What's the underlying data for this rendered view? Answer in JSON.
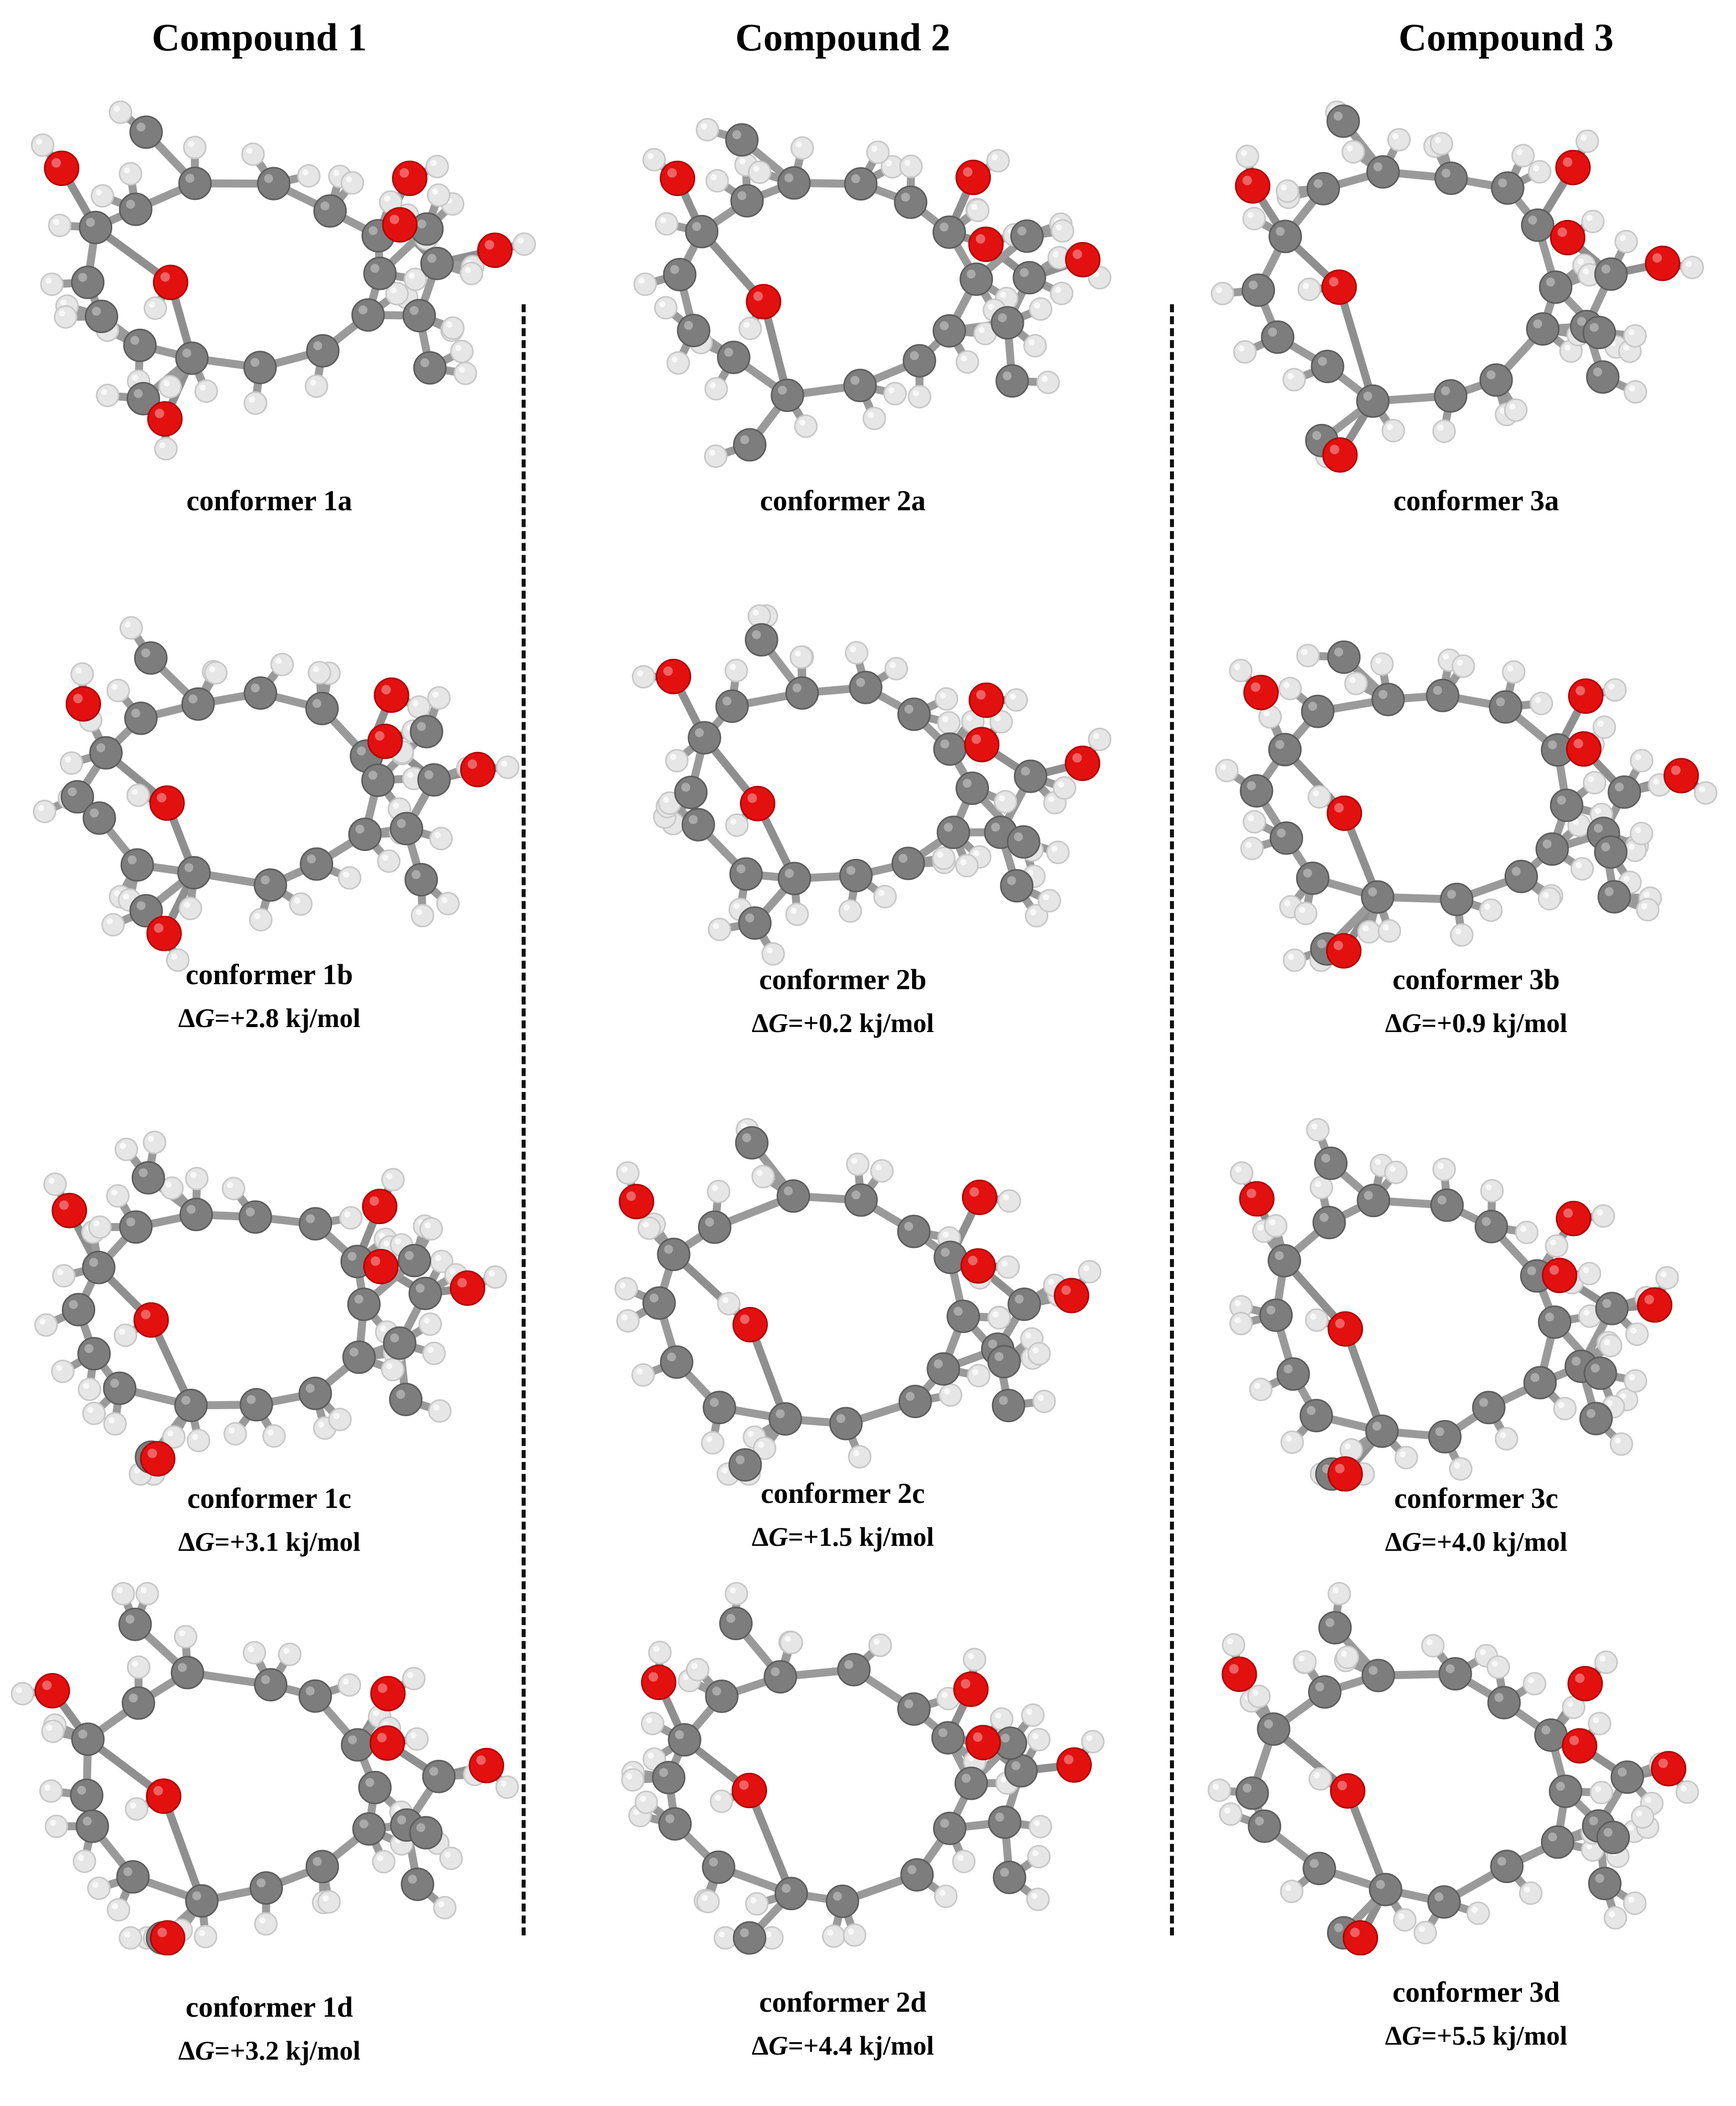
{
  "columns": [
    {
      "heading": "Compound 1",
      "conformers": [
        {
          "label": "conformer 1a",
          "dg_prefix": "",
          "dg_var": "",
          "dg_value": ""
        },
        {
          "label": "conformer  1b",
          "dg_prefix": "Δ",
          "dg_var": "G",
          "dg_value": "=+2.8 kj/mol"
        },
        {
          "label": "conformer  1c",
          "dg_prefix": "Δ",
          "dg_var": "G",
          "dg_value": "=+3.1 kj/mol"
        },
        {
          "label": "conformer  1d",
          "dg_prefix": "Δ",
          "dg_var": "G",
          "dg_value": "=+3.2 kj/mol"
        }
      ]
    },
    {
      "heading": "Compound 2",
      "conformers": [
        {
          "label": "conformer  2a",
          "dg_prefix": "",
          "dg_var": "",
          "dg_value": ""
        },
        {
          "label": "conformer  2b",
          "dg_prefix": "Δ",
          "dg_var": "G",
          "dg_value": "=+0.2 kj/mol"
        },
        {
          "label": "conformer  2c",
          "dg_prefix": "Δ",
          "dg_var": "G",
          "dg_value": "=+1.5 kj/mol"
        },
        {
          "label": "conformer  2d",
          "dg_prefix": "Δ",
          "dg_var": "G",
          "dg_value": "=+4.4 kj/mol"
        }
      ]
    },
    {
      "heading": "Compound 3",
      "conformers": [
        {
          "label": "conformer 3a",
          "dg_prefix": "",
          "dg_var": "",
          "dg_value": ""
        },
        {
          "label": "conformer  3b",
          "dg_prefix": "Δ",
          "dg_var": "G",
          "dg_value": "=+0.9 kj/mol"
        },
        {
          "label": "conformer  3c",
          "dg_prefix": "Δ",
          "dg_var": "G",
          "dg_value": "=+4.0 kj/mol"
        },
        {
          "label": "conformer  3d",
          "dg_prefix": "Δ",
          "dg_var": "G",
          "dg_value": "=+5.5 kj/mol"
        }
      ]
    }
  ],
  "atom_colors": {
    "carbon": "#7d7d7d",
    "oxygen": "#e31010",
    "hydrogen": "#e6e6e6"
  }
}
